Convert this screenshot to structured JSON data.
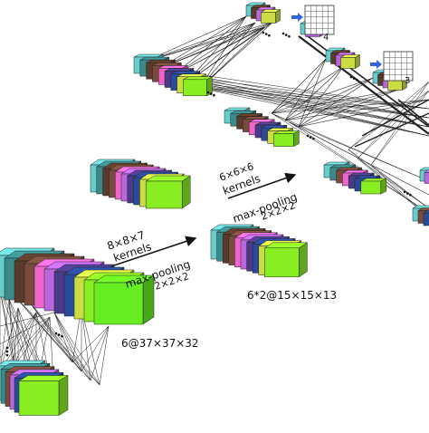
{
  "labels": {
    "stage1_output": "6@37×37×32",
    "stage2_output": "6*2@15×15×13",
    "conv1_kernel_size": "8×8×7",
    "conv1_kernel_word": "kernels",
    "pool1_word": "max-pooling",
    "pool1_size": "2×2×2",
    "conv2_kernel_size": "6×6×6",
    "conv2_kernel_word": "kernels",
    "pool2_word": "max-pooling",
    "pool2_size": "2×2×2",
    "grid_label_top": "4",
    "grid_label_mid": "3"
  },
  "colors": {
    "slice_sequence": [
      "#66cccc",
      "#3a8a8a",
      "#5a3a2a",
      "#7a4a3a",
      "#ee66cc",
      "#bb66dd",
      "#4a3a8a",
      "#2a4a9a",
      "#ccdd44",
      "#88ee22",
      "#66ee22"
    ],
    "face_front": "#66ee22",
    "connection_line": "#222222",
    "arrow_blue": "#3366dd"
  }
}
